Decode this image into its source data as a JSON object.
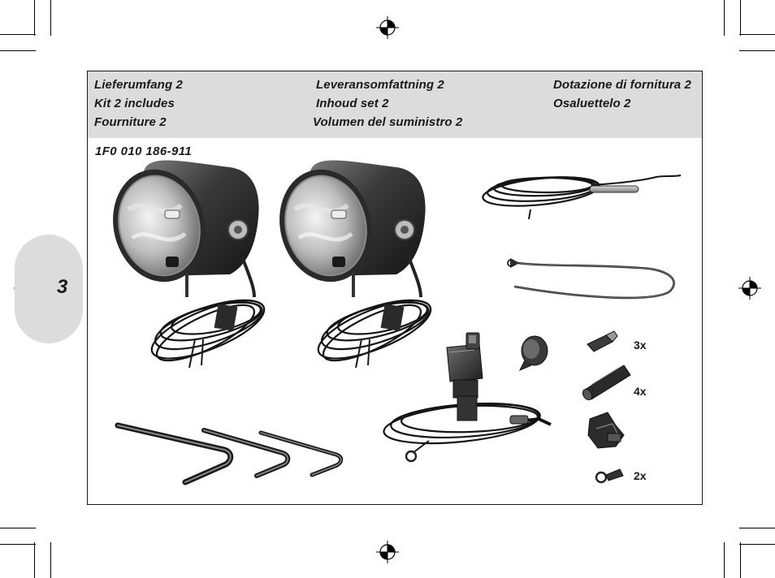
{
  "header": {
    "col1": [
      "Lieferumfang 2",
      "Kit 2 includes",
      "Fourniture 2"
    ],
    "col2": [
      "Leveransomfattning 2",
      "Inhoud set 2",
      "Volumen del suministro 2"
    ],
    "col3": [
      "Dotazione di fornitura 2",
      "Osaluettelo 2"
    ]
  },
  "part_number": "1F0 010 186-911",
  "page_number": "3",
  "quantities": {
    "connector": "3x",
    "fuse": "4x",
    "ring_terminal": "2x"
  },
  "colors": {
    "header_bg": "#dcdcdc",
    "frame": "#1a1a1a",
    "tab_bg": "#dcdcdc"
  }
}
